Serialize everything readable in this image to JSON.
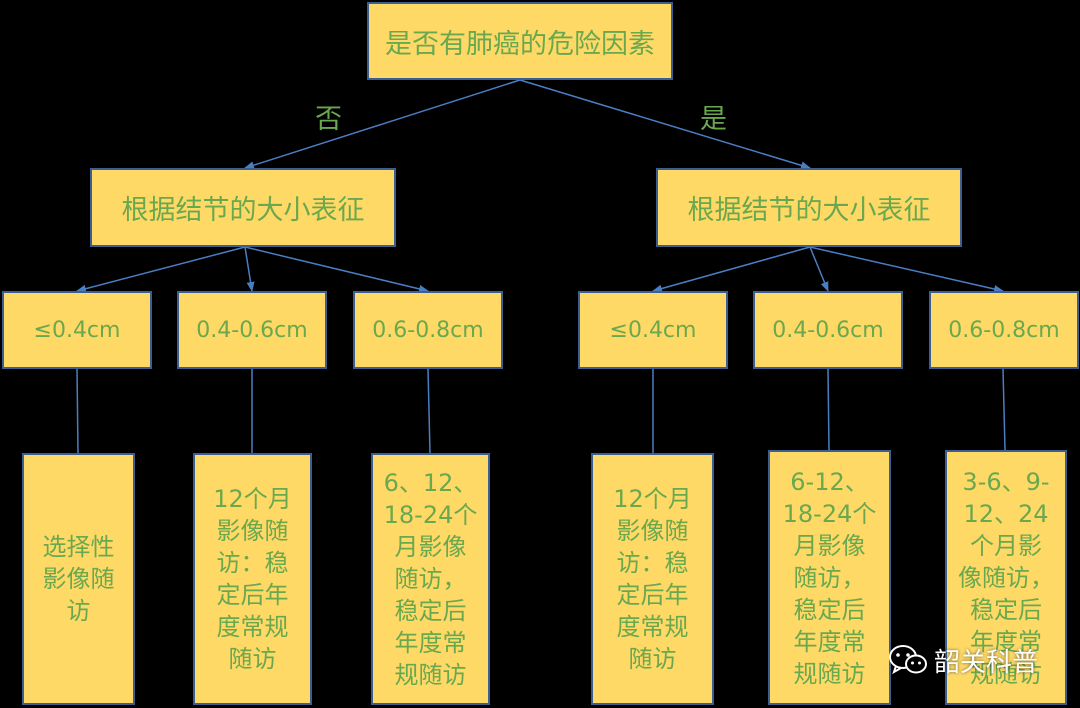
{
  "root": {
    "label": "是否有肺癌的危险因素"
  },
  "branches": [
    {
      "edge_label": "否",
      "node": "根据结节的大小表征",
      "sizes": [
        {
          "range": "≤0.4cm",
          "action": "选择性\n影像随\n访"
        },
        {
          "range": "0.4-0.6cm",
          "action": "12个月\n影像随\n访：稳\n定后年\n度常规\n随访"
        },
        {
          "range": "0.6-0.8cm",
          "action": "6、12、\n18-24个\n月影像\n随访，\n稳定后\n年度常\n规随访"
        }
      ]
    },
    {
      "edge_label": "是",
      "node": "根据结节的大小表征",
      "sizes": [
        {
          "range": "≤0.4cm",
          "action": "12个月\n影像随\n访：稳\n定后年\n度常规\n随访"
        },
        {
          "range": "0.4-0.6cm",
          "action": "6-12、\n18-24个\n月影像\n随访，\n稳定后\n年度常\n规随访"
        },
        {
          "range": "0.6-0.8cm",
          "action": "3-6、9-\n12、24\n个月影\n像随访，\n稳定后\n年度常\n规随访"
        }
      ]
    }
  ],
  "watermark": {
    "text": "韶关科普",
    "icon": "wechat-icon"
  },
  "colors": {
    "box_fill": "#ffd966",
    "box_border": "#3b5f93",
    "text": "#6aa84f",
    "connector": "#4a7ec2",
    "background": "#000000"
  }
}
